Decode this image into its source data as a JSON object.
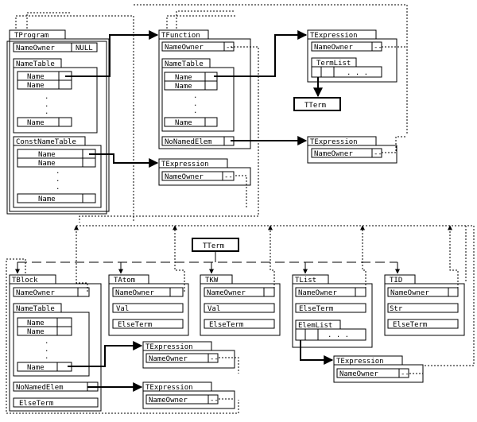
{
  "labels": {
    "tprogram": "TProgram",
    "tfunction": "TFunction",
    "texpression": "TExpression",
    "tterm": "TTerm",
    "tblock": "TBlock",
    "tatom": "TAtom",
    "tkw": "TKW",
    "tlist": "TList",
    "tid": "TID",
    "name_owner": "NameOwner",
    "null": "NULL",
    "name_table": "NameTable",
    "const_name_table": "ConstNameTable",
    "name": "Name",
    "no_named_elem": "NoNamedElem",
    "else_term": "ElseTerm",
    "val": "Val",
    "term_list": "TermList",
    "elem_list": "ElemList",
    "str": "Str",
    "dot": ".",
    "dots": ". . ."
  }
}
